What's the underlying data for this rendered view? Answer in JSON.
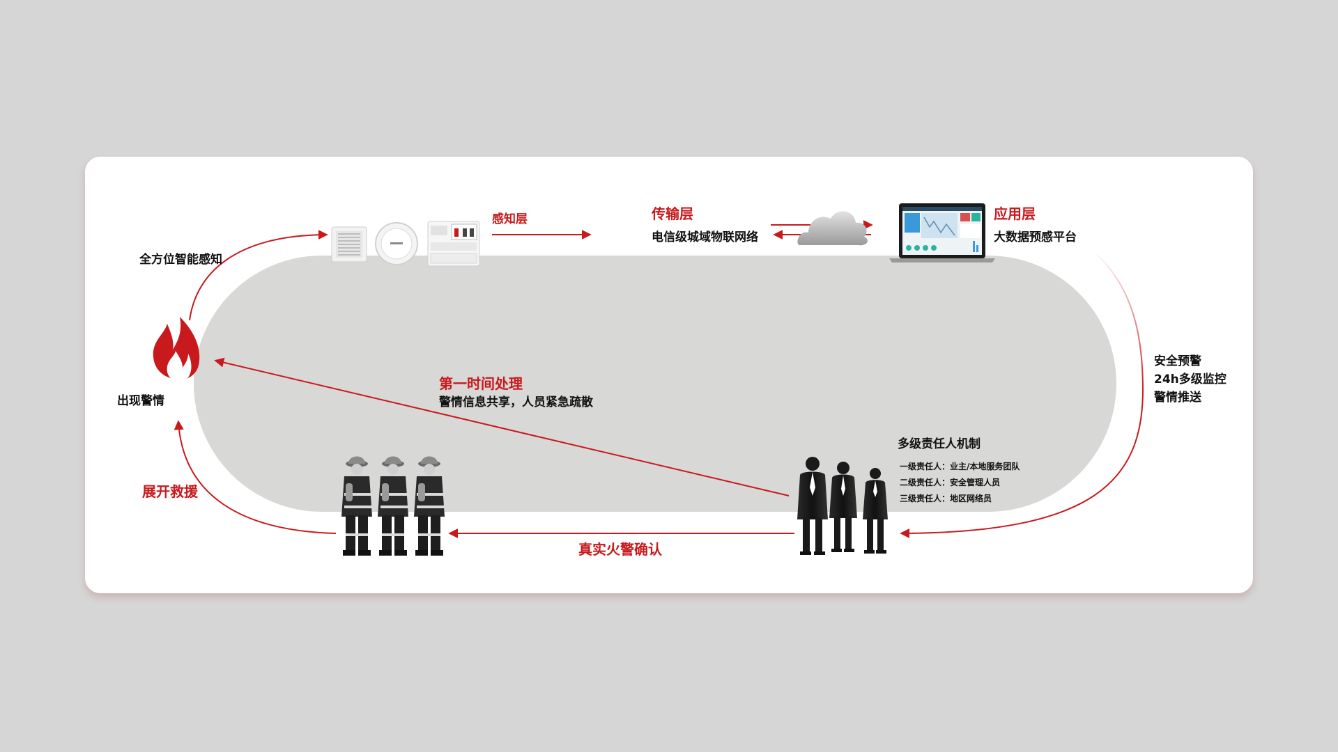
{
  "alarm": {
    "label": "出现警情"
  },
  "perception": {
    "title": "感知层",
    "side_label": "全方位智能感知"
  },
  "transmission": {
    "title": "传输层",
    "subtitle": "电信级城域物联网络"
  },
  "application": {
    "title": "应用层",
    "subtitle": "大数据预感平台"
  },
  "push": {
    "lines": [
      "安全预警",
      "24h多级监控",
      "警情推送"
    ]
  },
  "responsibility": {
    "title": "多级责任人机制",
    "levels": [
      "一级责任人：业主/本地服务团队",
      "二级责任人：安全管理人员",
      "三级责任人：地区网络员"
    ]
  },
  "handling": {
    "title": "第一时间处理",
    "subtitle": "警情信息共享，人员紧急疏散"
  },
  "confirm": {
    "label": "真实火警确认"
  },
  "rescue": {
    "label": "展开救援"
  },
  "colors": {
    "accent_red": "#c8191c",
    "track_gray": "#d8d8d7",
    "card_white": "#ffffff",
    "page_bg": "#d6d6d6"
  },
  "icons": [
    "fire-icon",
    "smoke-detector-icon",
    "round-sensor-icon",
    "circuit-breaker-icon",
    "cloud-icon",
    "laptop-dashboard-icon",
    "managers-group-icon",
    "firefighters-group-icon"
  ]
}
